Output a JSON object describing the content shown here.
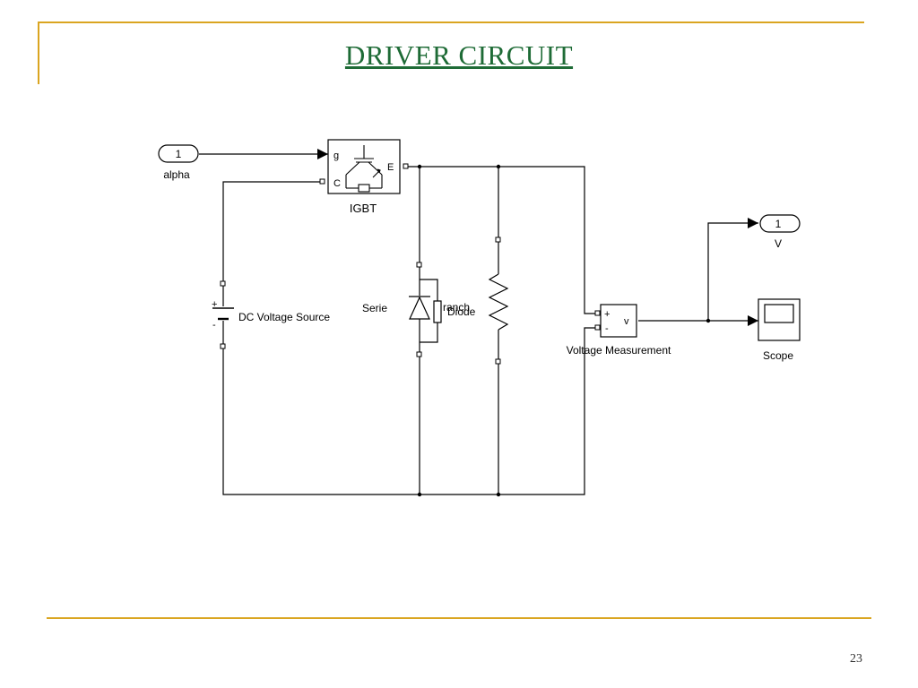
{
  "slide": {
    "title": "DRIVER CIRCUIT",
    "page_number": "23"
  },
  "colors": {
    "frame": "#DAA520",
    "title": "#1E6B36",
    "wire": "#000000"
  },
  "blocks": {
    "inport_alpha": {
      "port_number": "1",
      "label": "alpha"
    },
    "igbt": {
      "label": "IGBT",
      "port_g": "g",
      "port_c": "C",
      "port_e": "E"
    },
    "dc_source": {
      "label": "DC Voltage Source",
      "plus": "+",
      "minus": "-"
    },
    "series_branch": {
      "label_left": "Serie",
      "label_right": "ranch"
    },
    "diode": {
      "label": "Diode"
    },
    "voltage_measurement": {
      "label": "Voltage Measurement",
      "plus": "+",
      "minus": "-",
      "output": "v"
    },
    "outport_v": {
      "port_number": "1",
      "label": "V"
    },
    "scope": {
      "label": "Scope"
    }
  }
}
